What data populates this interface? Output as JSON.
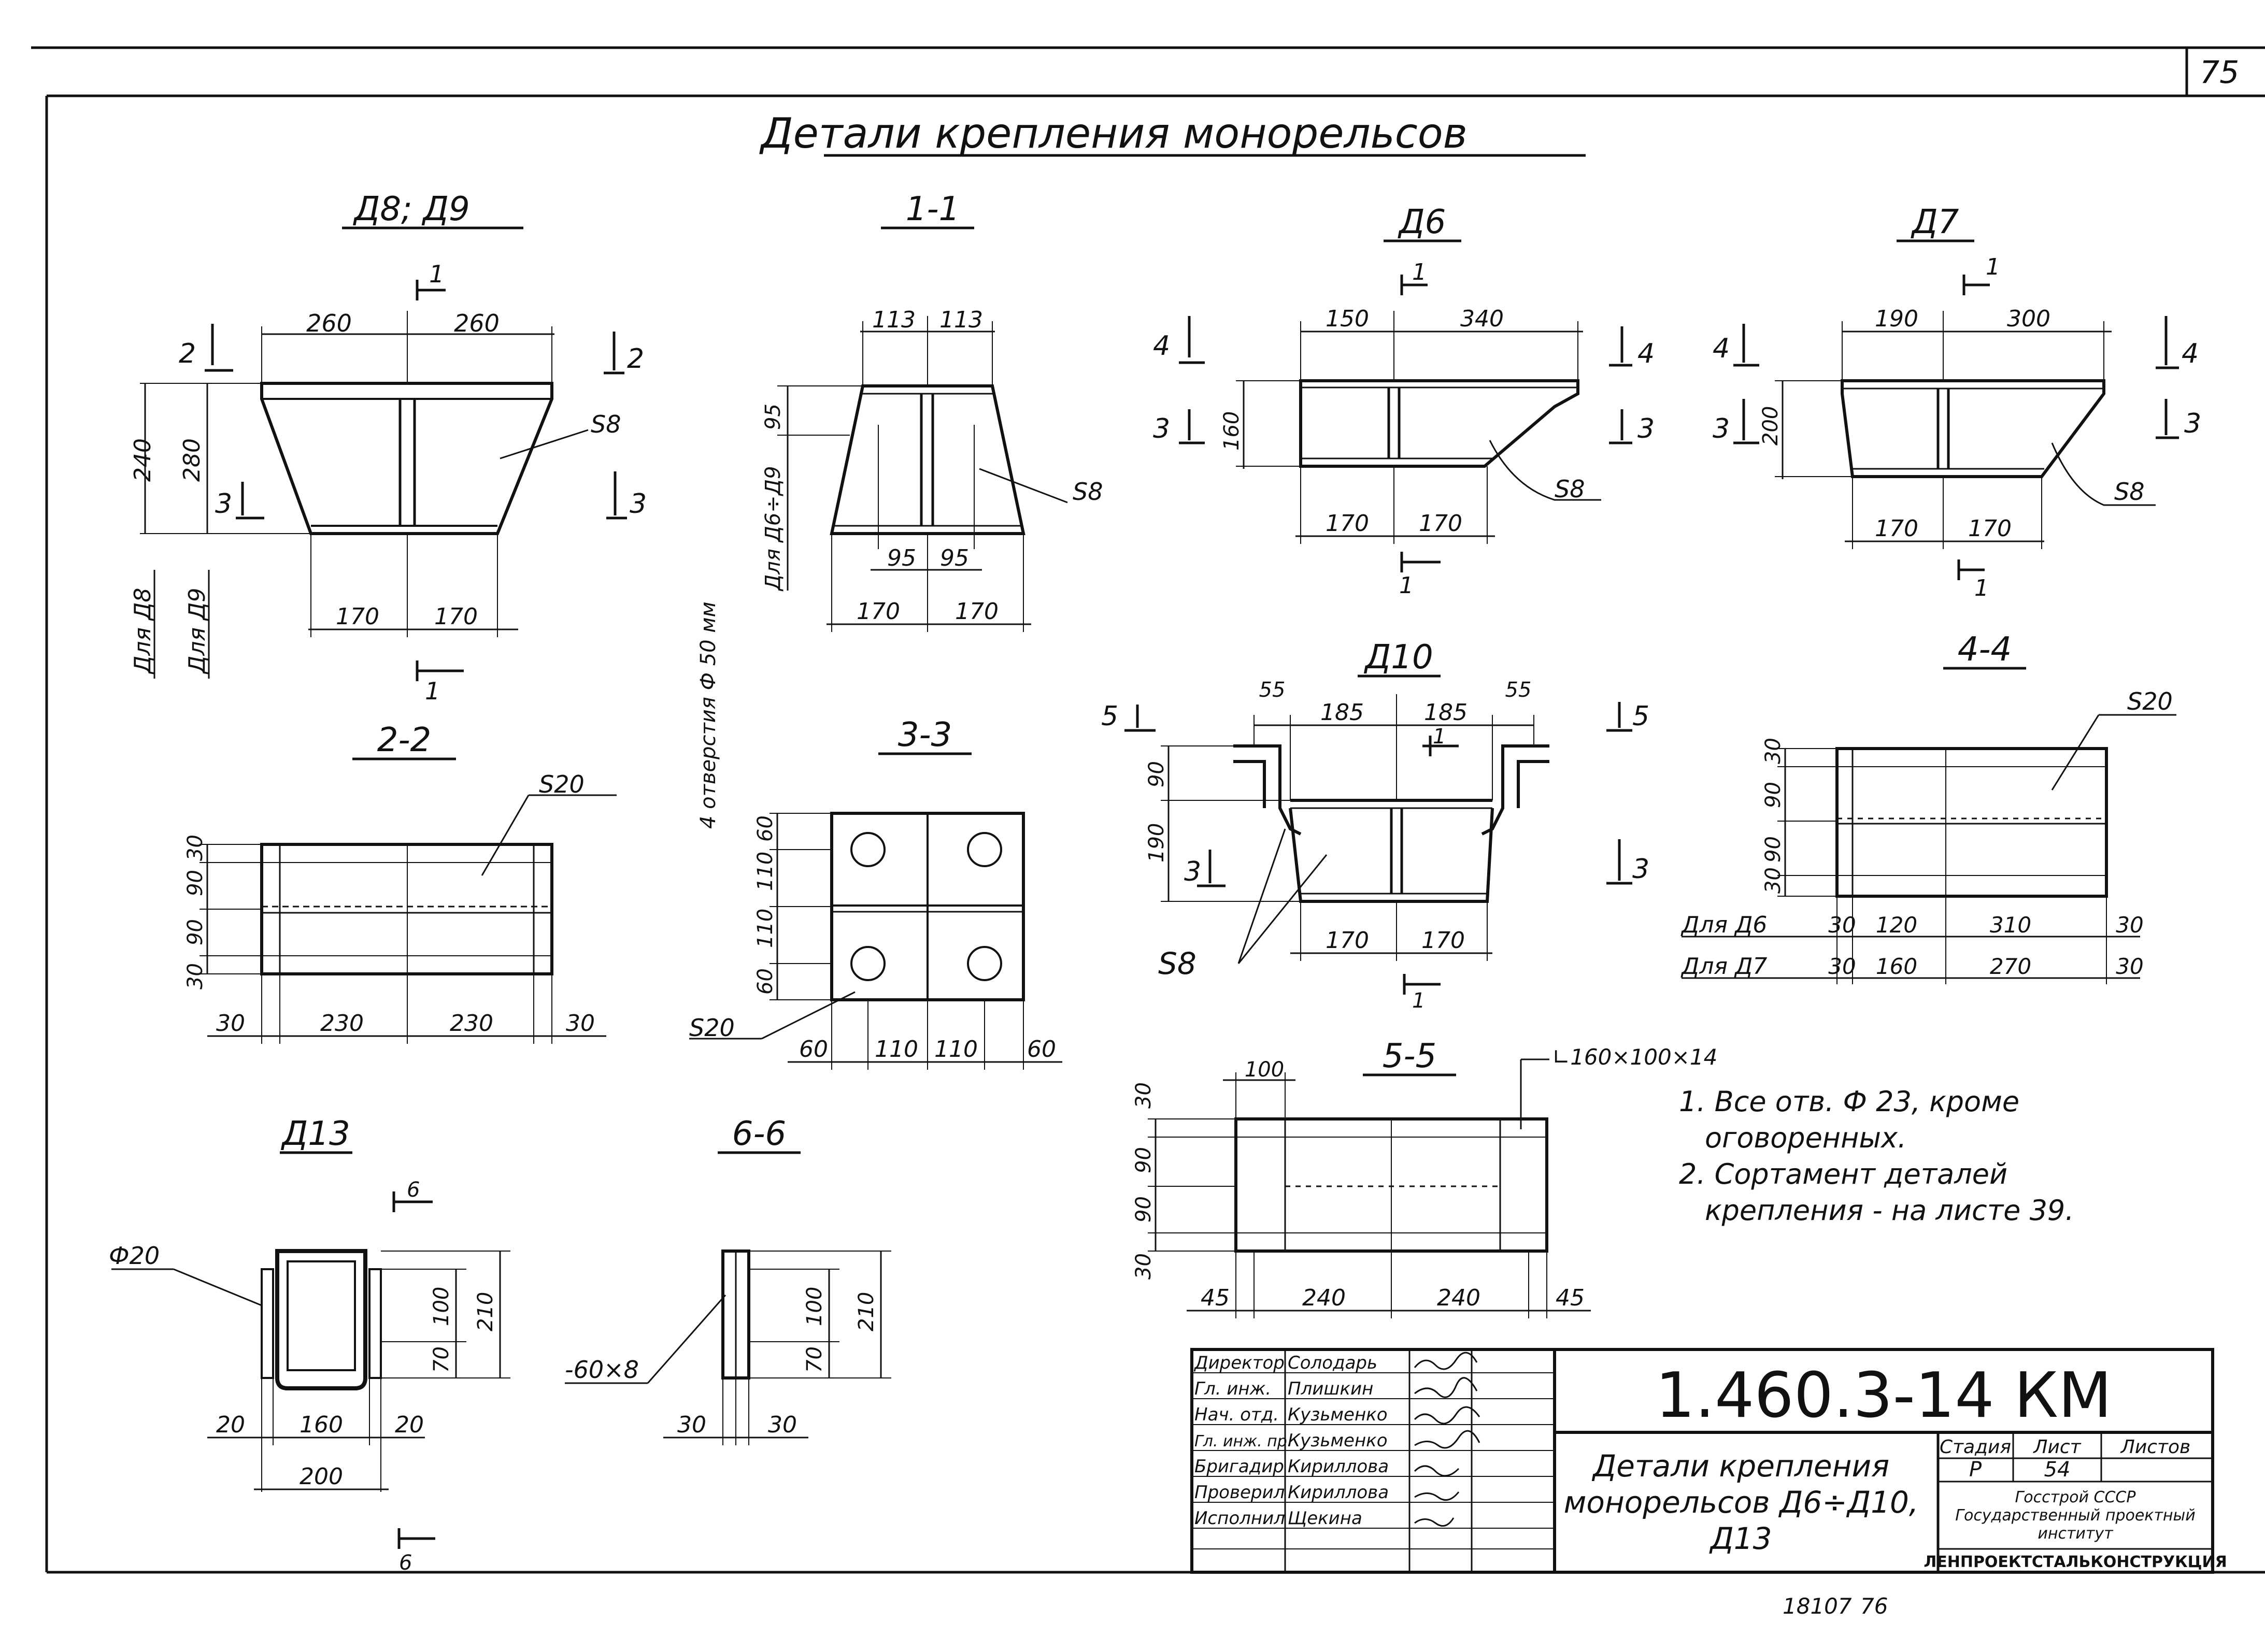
{
  "page_number": "75",
  "title": "Детали крепления монорельсов",
  "views": {
    "d8_d9": {
      "title": "Д8; Д9",
      "section_mark": "1",
      "mark_2": "2",
      "mark_3": "3",
      "dim_top_left": "260",
      "dim_top_right": "260",
      "dim_bottom_left": "170",
      "dim_bottom_right": "170",
      "dim_left_outer": "240",
      "dim_left_inner": "280",
      "label_d8": "Для Д8",
      "label_d9": "Для Д9",
      "plate": "S8"
    },
    "sec_1_1": {
      "title": "1-1",
      "dim_top_left": "113",
      "dim_top_right": "113",
      "dim_mid_left": "95",
      "dim_mid_right": "95",
      "dim_bottom_left": "170",
      "dim_bottom_right": "170",
      "dim_left_95": "95",
      "label_side": "Для Д6÷Д9",
      "plate": "S8"
    },
    "d6": {
      "title": "Д6",
      "section_mark": "1",
      "mark_4": "4",
      "mark_3": "3",
      "dim_top_left": "150",
      "dim_top_right": "340",
      "dim_left": "160",
      "dim_bottom_left": "170",
      "dim_bottom_right": "170",
      "plate": "S8"
    },
    "d7": {
      "title": "Д7",
      "section_mark": "1",
      "mark_4": "4",
      "mark_3": "3",
      "dim_top_left": "190",
      "dim_top_right": "300",
      "dim_left": "200",
      "dim_bottom_left": "170",
      "dim_bottom_right": "170",
      "plate": "S8"
    },
    "sec_2_2": {
      "title": "2-2",
      "plate": "S20",
      "dims_v": [
        "30",
        "90",
        "90",
        "30"
      ],
      "dims_h": [
        "30",
        "230",
        "230",
        "30"
      ]
    },
    "sec_3_3": {
      "title": "3-3",
      "holes_note": "4 отверстия Ф 50 мм",
      "plate": "S20",
      "dims_v": [
        "60",
        "110",
        "110",
        "60"
      ],
      "dims_h": [
        "60",
        "110",
        "110",
        "60"
      ]
    },
    "d10": {
      "title": "Д10",
      "mark_5": "5",
      "mark_3": "3",
      "section_mark": "1",
      "dim_55_left": "55",
      "dim_55_right": "55",
      "dim_top_left": "185",
      "dim_top_right": "185",
      "dim_v_90": "90",
      "dim_v_190": "190",
      "dim_bottom_left": "170",
      "dim_bottom_right": "170",
      "plate": "S8"
    },
    "sec_4_4": {
      "title": "4-4",
      "plate": "S20",
      "dims_v": [
        "30",
        "90",
        "90",
        "30"
      ],
      "row_d6_label": "Для Д6",
      "row_d6": [
        "30",
        "120",
        "310",
        "30"
      ],
      "row_d7_label": "Для Д7",
      "row_d7": [
        "30",
        "160",
        "270",
        "30"
      ]
    },
    "sec_5_5": {
      "title": "5-5",
      "angle": "∟160×100×14",
      "dim_100": "100",
      "dims_v": [
        "30",
        "90",
        "90",
        "30"
      ],
      "dims_h": [
        "45",
        "240",
        "240",
        "45"
      ]
    },
    "d13": {
      "title": "Д13",
      "section_mark": "6",
      "rod": "Ф20",
      "dim_100": "100",
      "dim_70": "70",
      "dim_210": "210",
      "dim_bottom": [
        "20",
        "160",
        "20"
      ],
      "dim_total": "200"
    },
    "sec_6_6": {
      "title": "6-6",
      "plate": "-60×8",
      "dim_100": "100",
      "dim_70": "70",
      "dim_210": "210",
      "dim_bottom": [
        "30",
        "30"
      ]
    }
  },
  "notes": [
    "1. Все отв. Ф 23, кроме",
    "оговоренных.",
    "2. Сортамент деталей",
    "крепления - на листе 39."
  ],
  "title_block": {
    "code": "1.460.3-14 КМ",
    "description_lines": [
      "Детали крепления",
      "монорельсов Д6÷Д10,",
      "Д13"
    ],
    "roles": [
      {
        "role": "Директор",
        "name": "Солодарь"
      },
      {
        "role": "Гл. инж.",
        "name": "Плишкин"
      },
      {
        "role": "Нач. отд.",
        "name": "Кузьменко"
      },
      {
        "role": "Гл. инж. пр.",
        "name": "Кузьменко"
      },
      {
        "role": "Бригадир",
        "name": "Кириллова"
      },
      {
        "role": "Проверил",
        "name": "Кириллова"
      },
      {
        "role": "Исполнил",
        "name": "Щекина"
      }
    ],
    "stage_header": "Стадия",
    "sheet_header": "Лист",
    "sheets_header": "Листов",
    "stage": "Р",
    "sheet": "54",
    "org_lines": [
      "Госстрой СССР",
      "Государственный проектный",
      "институт"
    ],
    "org_name": "ЛЕНПРОЕКТСТАЛЬКОНСТРУКЦИЯ"
  },
  "footer": {
    "inventory": "18107",
    "number": "76"
  }
}
